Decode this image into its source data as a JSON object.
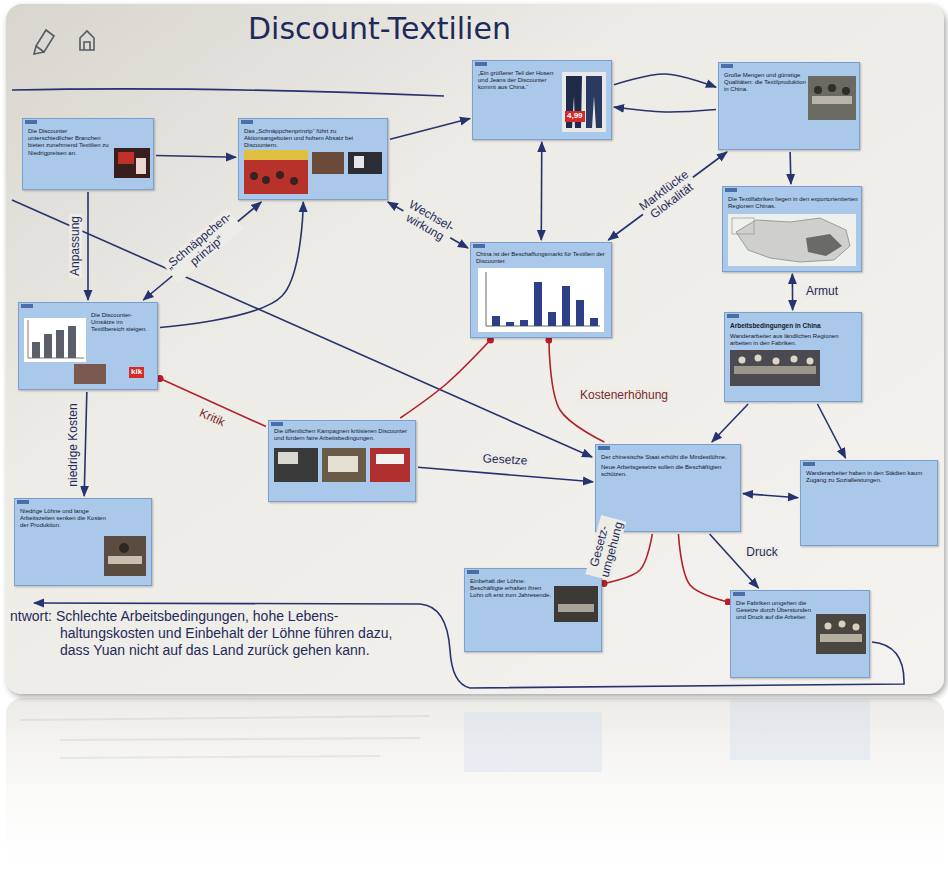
{
  "diagram": {
    "title": "Discount-Textilien",
    "nodes": [
      {
        "text": [
          "Die Discounter unterschiedlicher Branchen bieten zunehmend Textilien zu Niedrigpreisen an."
        ]
      },
      {
        "text": [
          "Das „Schnäppchenprinzip“ führt zu Aktionsangeboten und hohem Absatz bei Discountern."
        ]
      },
      {
        "text": [
          "„Ein größerer Teil der Hosen und Jeans der Discounter kommt aus China.“",
          "4,99"
        ]
      },
      {
        "text": [
          "Große Mengen und günstige Qualitäten: die Textilproduktion in China."
        ]
      },
      {
        "text": [
          "Die Textilfabriken liegen in den exportorientierten Regionen Chinas."
        ]
      },
      {
        "text": [
          "Arbeitsbedingungen in China",
          "Wanderarbeiter aus ländlichen Regionen arbeiten in den Fabriken."
        ]
      },
      {
        "text": [
          "China ist der Beschaffungsmarkt für Textilien der Discounter."
        ]
      },
      {
        "text": [
          "Die Discounter-Umsätze im Textilbereich steigen.",
          "kik"
        ]
      },
      {
        "text": [
          "Niedrige Löhne und lange Arbeitszeiten senken die Kosten der Produktion."
        ]
      },
      {
        "text": [
          "Die öffentlichen Kampagnen kritisieren Discounter und fordern faire Arbeitsbedingungen."
        ]
      },
      {
        "text": [
          "Der chinesische Staat erhöht die Mindestlöhne.",
          "Neue Arbeitsgesetze sollen die Beschäftigten schützen."
        ]
      },
      {
        "text": [
          "Wanderarbeiter haben in den Städten kaum Zugang zu Sozialleistungen."
        ]
      },
      {
        "text": [
          "Einbehalt der Löhne: Beschäftigte erhalten ihren Lohn oft erst zum Jahresende."
        ]
      },
      {
        "text": [
          "Die Fabriken umgehen die Gesetze durch Überstunden und Druck auf die Arbeiter."
        ]
      }
    ],
    "edges": [
      {
        "from": 0,
        "to": 1,
        "arrow": "to"
      },
      {
        "from": 0,
        "to": 7,
        "arrow": "to",
        "label": "Anpassung"
      },
      {
        "from": 7,
        "to": 1,
        "arrow": "both",
        "label": "„Schnäppchen- prinzip“"
      },
      {
        "from": 7,
        "to": 1,
        "arrow": "to"
      },
      {
        "from": 7,
        "to": 8,
        "arrow": "to",
        "label": "niedrige Kosten"
      },
      {
        "from": 1,
        "to": 2,
        "arrow": "to"
      },
      {
        "from": 1,
        "to": 6,
        "arrow": "both",
        "label": "Wechsel- wirkung"
      },
      {
        "from": 2,
        "to": 6,
        "arrow": "both"
      },
      {
        "from": 2,
        "to": 3,
        "arrow": "to"
      },
      {
        "from": 3,
        "to": 2,
        "arrow": "to"
      },
      {
        "from": 3,
        "to": 6,
        "arrow": "both",
        "label": "Marktlücke Glokalität"
      },
      {
        "from": 3,
        "to": 4,
        "arrow": "to"
      },
      {
        "from": 4,
        "to": 5,
        "arrow": "both",
        "label": "Armut"
      },
      {
        "from": 5,
        "to": 10,
        "arrow": "to"
      },
      {
        "from": 5,
        "to": 11,
        "arrow": "to"
      },
      {
        "from": 9,
        "to": 7,
        "arrow": "none",
        "label": "Kritik"
      },
      {
        "from": 9,
        "to": 6,
        "arrow": "none"
      },
      {
        "from": 10,
        "to": 6,
        "arrow": "none",
        "label": "Kostenerhöhung"
      },
      {
        "from": 9,
        "to": 10,
        "arrow": "to",
        "label": "Gesetze"
      },
      {
        "from": 10,
        "to": 11,
        "arrow": "both"
      },
      {
        "from": 10,
        "to": 13,
        "arrow": "to",
        "label": "Druck"
      },
      {
        "from": 10,
        "to": 12,
        "arrow": "none",
        "label": "Gesetz- umgehung"
      },
      {
        "from": 10,
        "to": 13,
        "arrow": "none"
      }
    ],
    "labels": [
      "ntwort: Schlechte Arbeitsbedingungen, hohe Lebens- haltungskosten und Einbehalt der Löhne führen dazu, dass Yuan nicht auf das Land zurück gehen kann."
    ]
  }
}
